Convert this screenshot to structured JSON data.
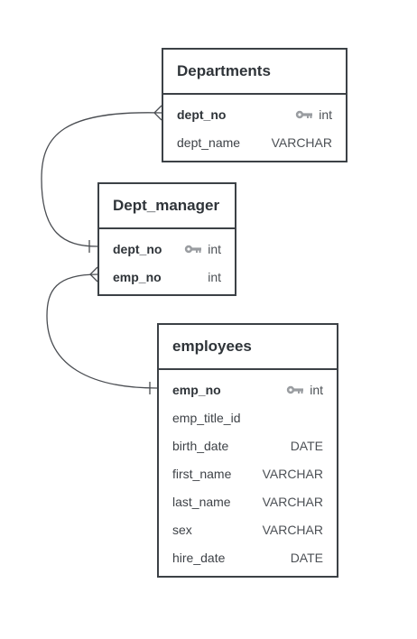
{
  "tables": {
    "departments": {
      "title": "Departments",
      "columns": [
        {
          "name": "dept_no",
          "type": "int",
          "pk": true
        },
        {
          "name": "dept_name",
          "type": "VARCHAR",
          "pk": false
        }
      ]
    },
    "dept_manager": {
      "title": "Dept_manager",
      "columns": [
        {
          "name": "dept_no",
          "type": "int",
          "pk": true
        },
        {
          "name": "emp_no",
          "type": "int",
          "pk": false
        }
      ]
    },
    "employees": {
      "title": "employees",
      "columns": [
        {
          "name": "emp_no",
          "type": "int",
          "pk": true
        },
        {
          "name": "emp_title_id",
          "type": "",
          "pk": false
        },
        {
          "name": "birth_date",
          "type": "DATE",
          "pk": false
        },
        {
          "name": "first_name",
          "type": "VARCHAR",
          "pk": false
        },
        {
          "name": "last_name",
          "type": "VARCHAR",
          "pk": false
        },
        {
          "name": "sex",
          "type": "VARCHAR",
          "pk": false
        },
        {
          "name": "hire_date",
          "type": "DATE",
          "pk": false
        }
      ]
    }
  },
  "relationships": [
    {
      "from": "departments.dept_no",
      "from_end": "many",
      "to": "dept_manager.dept_no",
      "to_end": "one"
    },
    {
      "from": "dept_manager.emp_no",
      "from_end": "many",
      "to": "employees.emp_no",
      "to_end": "one"
    }
  ],
  "icons": {
    "primary_key": "key-icon"
  },
  "colors": {
    "border": "#3c4146",
    "line": "#4a4d52",
    "key": "#9a9da1"
  }
}
